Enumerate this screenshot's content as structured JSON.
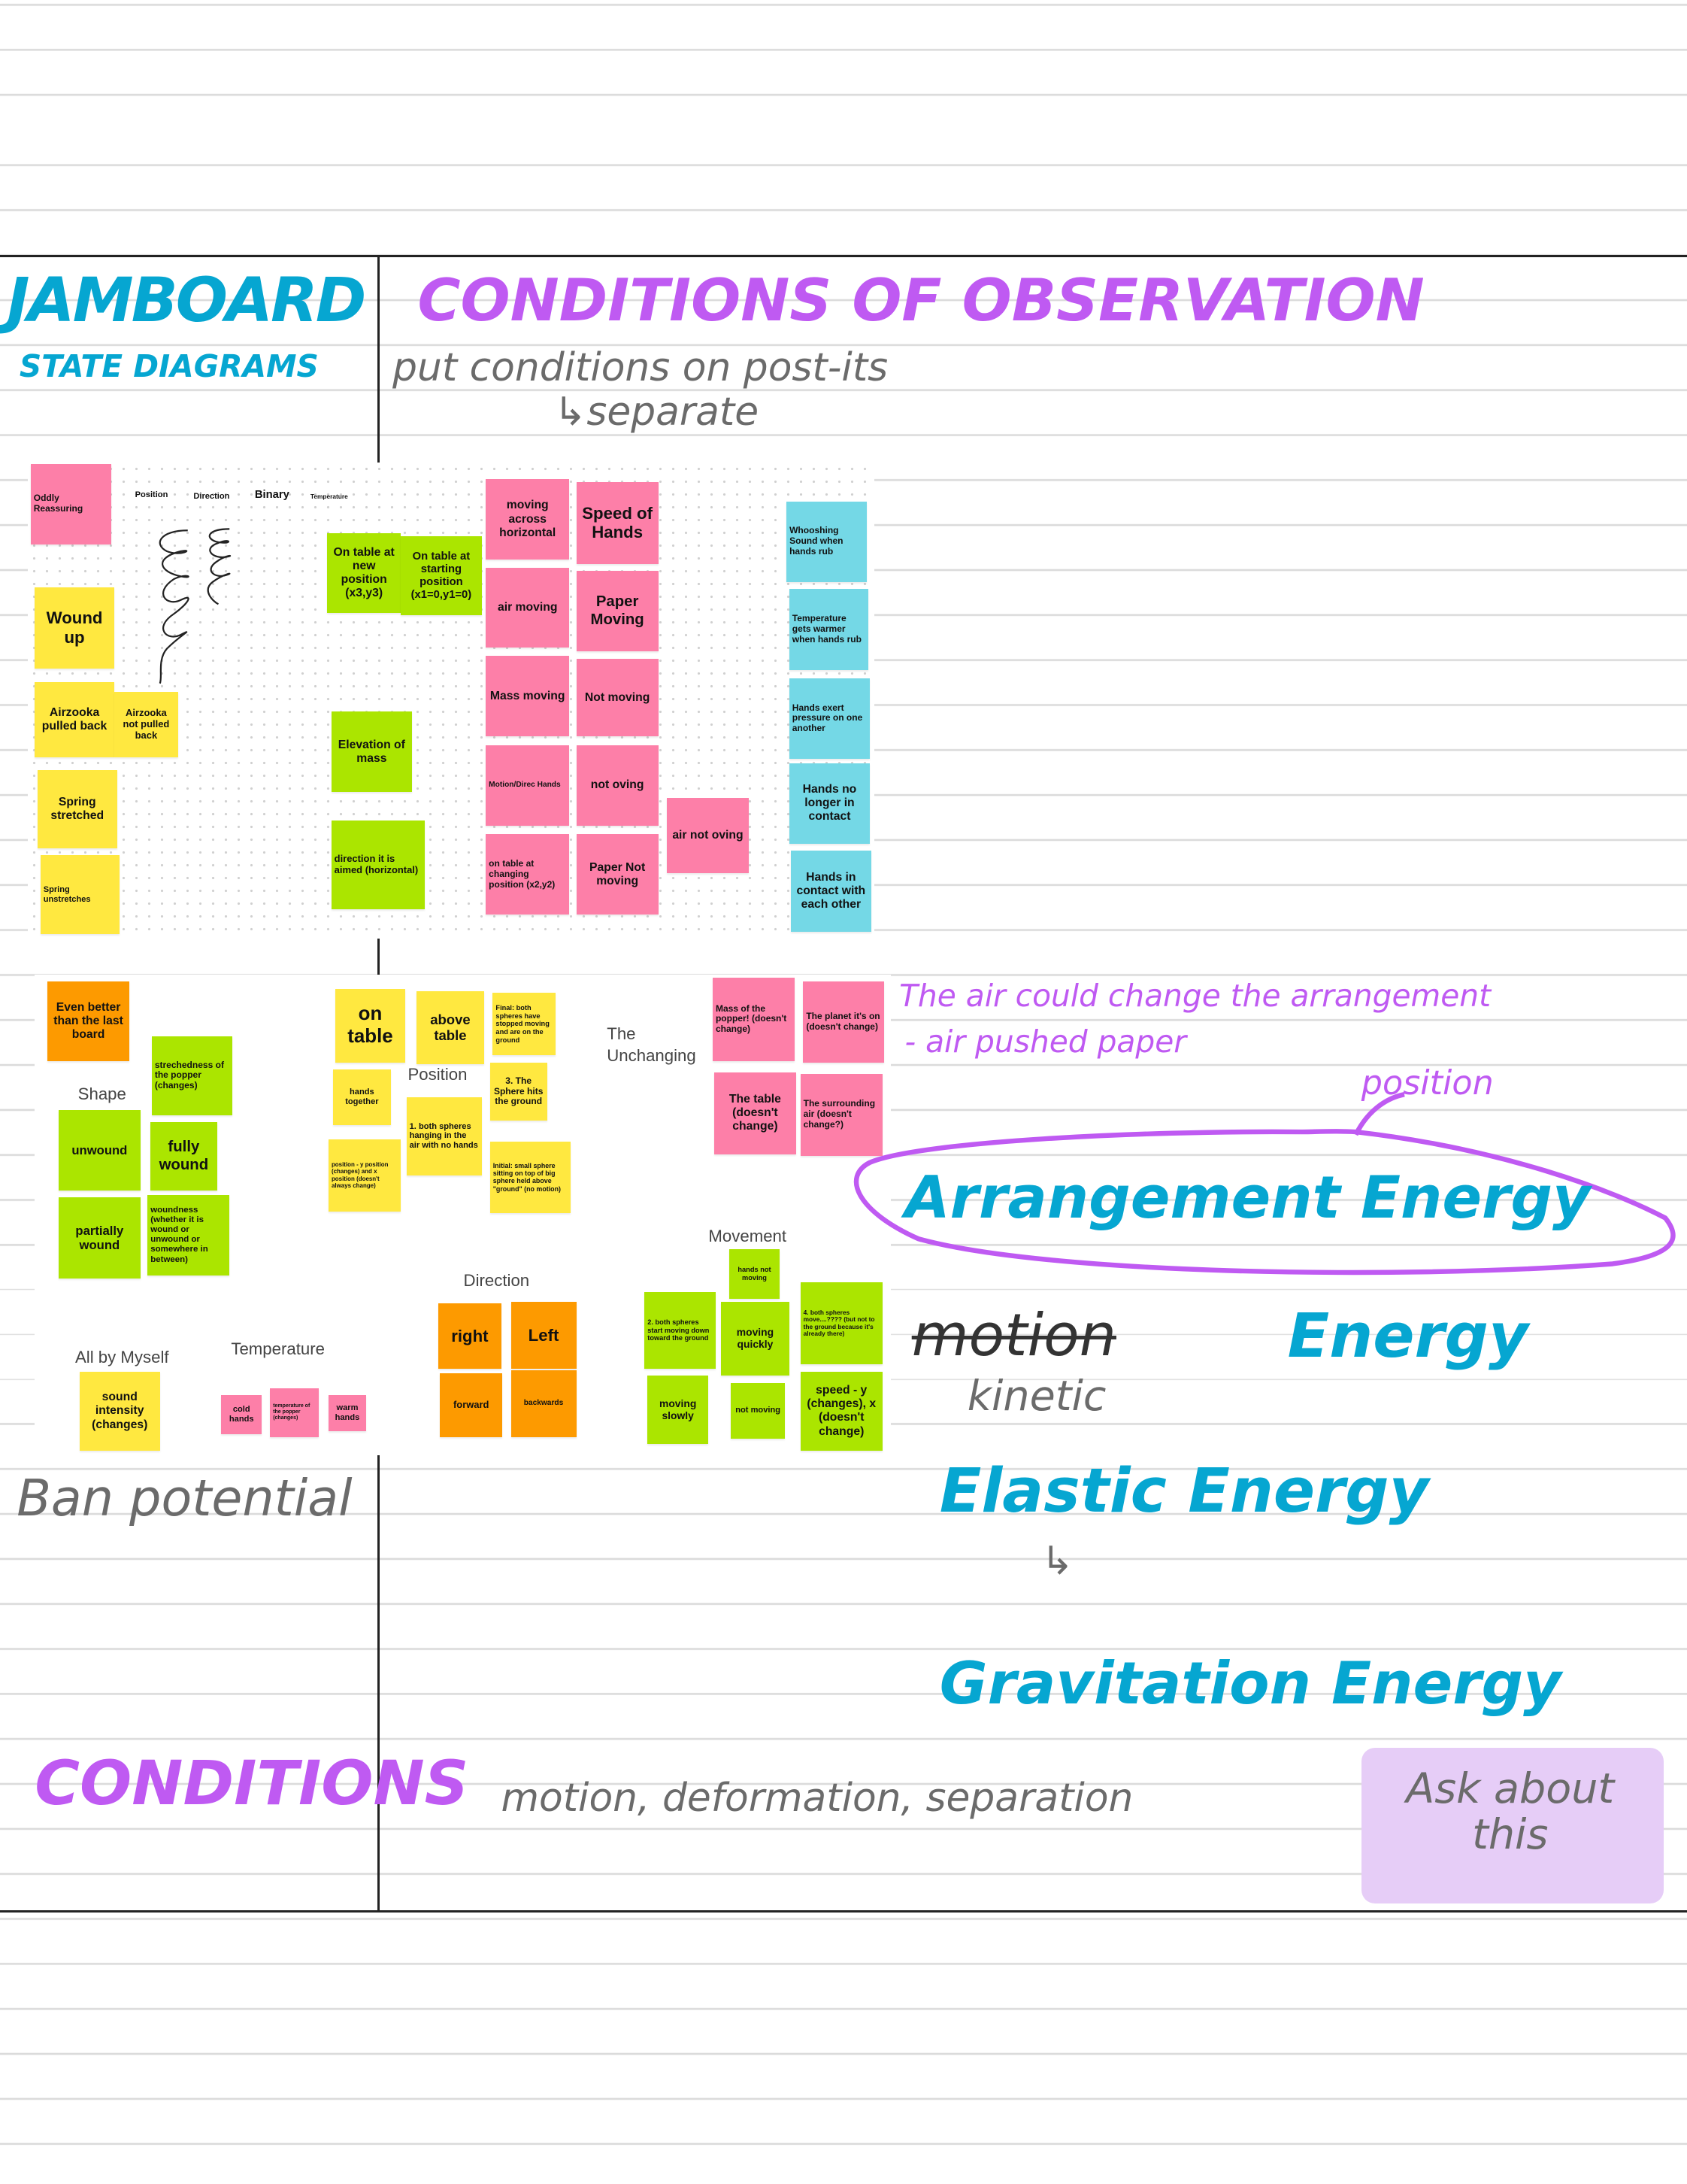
{
  "headings": {
    "jamboard": "JAMBOARD",
    "state_diagrams": "STATE DIAGRAMS",
    "title": "CONDITIONS OF OBSERVATION",
    "instruction": "put conditions on post-its",
    "separate": "↳separate"
  },
  "board_top": {
    "labels": {
      "position": "Position",
      "direction": "Direction",
      "binary": "Binary",
      "temperature": "Temperature"
    },
    "notes": {
      "oddly": "Oddly Reassuring",
      "wound_up": "Wound up",
      "airzooka_pulled": "Airzooka pulled back",
      "airzooka_not": "Airzooka not pulled back",
      "spring_stretched": "Spring stretched",
      "spring_unstretches": "Spring unstretches",
      "table_new": "On table at new position (x3,y3)",
      "table_start": "On table at starting position (x1=0,y1=0)",
      "elevation": "Elevation of mass",
      "direction_aimed": "direction it is aimed (horizontal)",
      "moving_across": "moving across horizontal",
      "speed_hands": "Speed of Hands",
      "air_moving": "air moving",
      "paper_moving": "Paper Moving",
      "not_moving": "Not moving",
      "mass_moving": "Mass moving",
      "not_oving": "not oving",
      "motion_direc": "Motion/Direc Hands",
      "paper_not": "Paper Not moving",
      "air_not": "air not oving",
      "table_changing": "on table at changing position (x2,y2)",
      "whooshing": "Whooshing Sound when hands rub",
      "temp_warmer": "Temperature gets warmer when hands rub",
      "hands_exert": "Hands exert pressure on one another",
      "hands_no_longer": "Hands no longer in contact",
      "hands_in_contact": "Hands in contact with each other"
    }
  },
  "board_bottom": {
    "labels": {
      "shape": "Shape",
      "position": "Position",
      "the_unchanging": "The Unchanging",
      "movement": "Movement",
      "direction": "Direction",
      "all_by_myself": "All by Myself",
      "temperature": "Temperature"
    },
    "notes": {
      "even_better": "Even better than the last board",
      "strechedness": "strechedness of the popper (changes)",
      "unwound": "unwound",
      "fully_wound": "fully wound",
      "partially_wound": "partially wound",
      "woundness": "woundness (whether it is wound or unwound or somewhere in between)",
      "on_table": "on table",
      "above_table": "above table",
      "final": "Final: both spheres have stopped moving and are on the ground",
      "hands_together": "hands together",
      "both_spheres_1": "1. both spheres hanging in the air with no hands",
      "sphere_hits": "3. The Sphere hits the ground",
      "position_y": "position - y position (changes) and x position (doesn't always change)",
      "initial": "Initial: small sphere sitting on top of big sphere held above \"ground\" (no motion)",
      "mass_popper": "Mass of the popper! (doesn't change)",
      "planet": "The planet it's on (doesn't change)",
      "the_table": "The table (doesn't change)",
      "surrounding_air": "The surrounding air (doesn't change?)",
      "hands_not_moving": "hands not moving",
      "both_spheres_2": "2. both spheres start moving down toward the ground",
      "moving_quickly": "moving quickly",
      "both_spheres_4": "4. both spheres move....???? (but not to the ground because it's already there)",
      "moving_slowly": "moving slowly",
      "not_moving": "not moving",
      "speed": "speed - y (changes), x (doesn't change)",
      "right": "right",
      "left": "Left",
      "forward": "forward",
      "backwards": "backwards",
      "sound_intensity": "sound intensity (changes)",
      "cold_hands": "cold hands",
      "temp_popper": "temperature of the popper (changes)",
      "warm_hands": "warm hands"
    }
  },
  "notes_handwritten": {
    "air_could": "The air could change the arrangement",
    "air_pushed": "- air pushed paper",
    "position": "position",
    "arrangement": "Arrangement Energy",
    "motion": "motion",
    "energy1": "Energy",
    "kinetic": "kinetic",
    "elastic": "Elastic Energy",
    "arrow": "↳",
    "gravitation": "Gravitation Energy",
    "ban_potential": "Ban potential",
    "conditions": "CONDITIONS",
    "conditions_list": "motion, deformation, separation",
    "ask_about": "Ask about this"
  }
}
